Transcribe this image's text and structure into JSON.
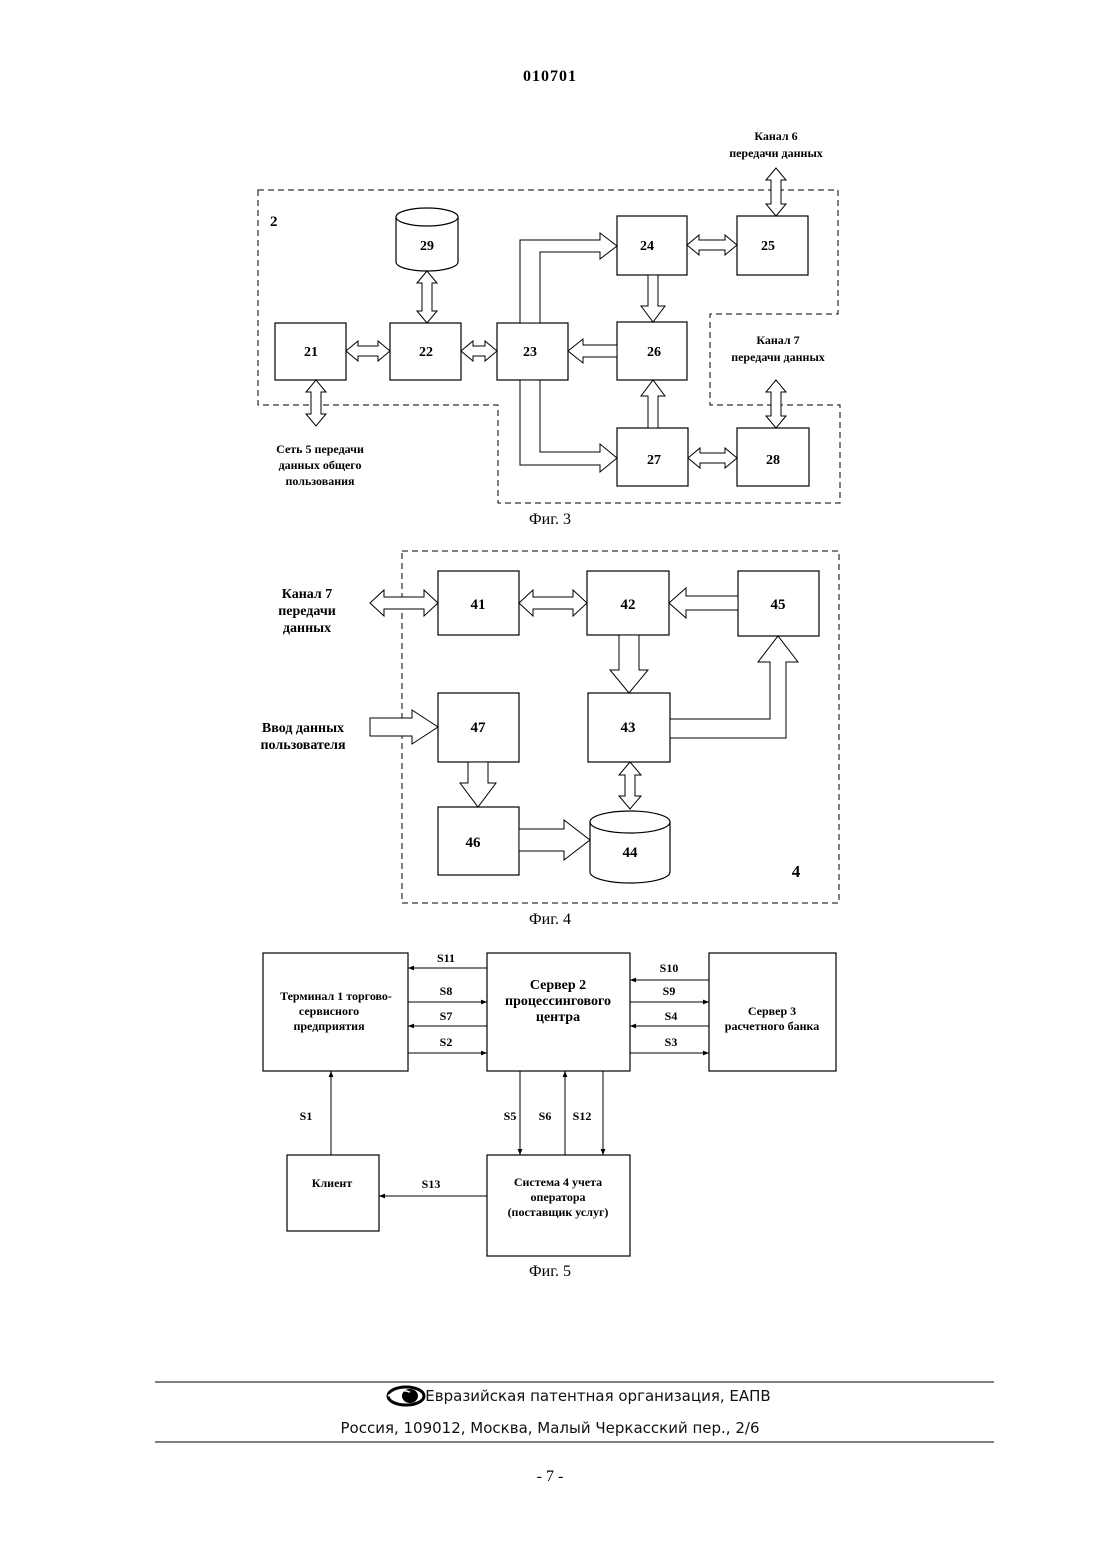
{
  "header": {
    "doc_number": "010701"
  },
  "fig3": {
    "caption": "Фиг. 3",
    "container_label": "2",
    "blocks": {
      "b21": "21",
      "b22": "22",
      "b23": "23",
      "b24": "24",
      "b25": "25",
      "b26": "26",
      "b27": "27",
      "b28": "28",
      "b29": "29"
    },
    "channel6": [
      "Канал 6",
      "передачи данных"
    ],
    "channel7": [
      "Канал 7",
      "передачи данных"
    ],
    "network5": [
      "Сеть 5 передачи",
      "данных общего",
      "пользования"
    ]
  },
  "fig4": {
    "caption": "Фиг. 4",
    "container_label": "4",
    "blocks": {
      "b41": "41",
      "b42": "42",
      "b43": "43",
      "b44": "44",
      "b45": "45",
      "b46": "46",
      "b47": "47"
    },
    "channel7": [
      "Канал 7",
      "передачи",
      "данных"
    ],
    "user_input": [
      "Ввод данных",
      "пользователя"
    ]
  },
  "fig5": {
    "caption": "Фиг. 5",
    "terminal": [
      "Терминал 1 торгово-",
      "сервисного",
      "предприятия"
    ],
    "server2": [
      "Сервер  2",
      "процессингового",
      "центра"
    ],
    "server3": [
      "Сервер 3",
      "расчетного банка"
    ],
    "client": "Клиент",
    "system4": [
      "Система 4 учета",
      "оператора",
      "(поставщик услуг)"
    ],
    "signals": {
      "s1": "S1",
      "s2": "S2",
      "s3": "S3",
      "s4": "S4",
      "s5": "S5",
      "s6": "S6",
      "s7": "S7",
      "s8": "S8",
      "s9": "S9",
      "s10": "S10",
      "s11": "S11",
      "s12": "S12",
      "s13": "S13"
    }
  },
  "footer": {
    "org": "Евразийская патентная организация, ЕАПВ",
    "address": "Россия, 109012, Москва, Малый Черкасский пер., 2/6",
    "page_number": "- 7 -"
  }
}
